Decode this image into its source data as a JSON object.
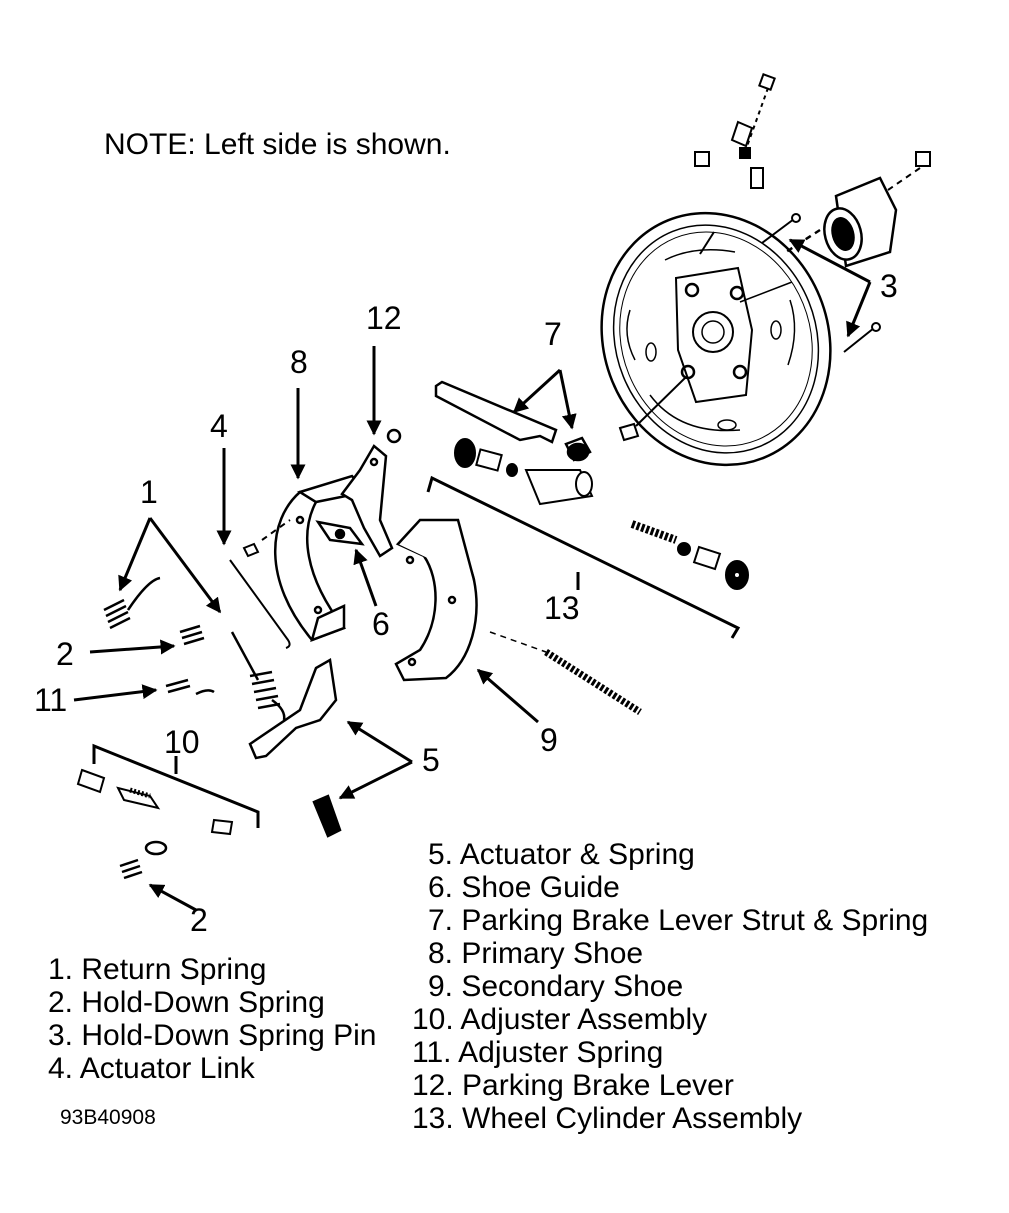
{
  "note": "NOTE: Left side is shown.",
  "figure_id": "93B40908",
  "callouts": {
    "c1": "1",
    "c2a": "2",
    "c2b": "2",
    "c3": "3",
    "c4": "4",
    "c5": "5",
    "c6": "6",
    "c7": "7",
    "c8": "8",
    "c9": "9",
    "c10": "10",
    "c11": "11",
    "c12": "12",
    "c13": "13"
  },
  "legend_left": [
    "1. Return Spring",
    "2. Hold-Down Spring",
    "3. Hold-Down Spring Pin",
    "4. Actuator Link"
  ],
  "legend_right": [
    "5. Actuator & Spring",
    "6. Shoe Guide",
    "7. Parking Brake Lever Strut & Spring",
    "8. Primary Shoe",
    "9. Secondary Shoe",
    "10. Adjuster Assembly",
    "11. Adjuster Spring",
    "12. Parking Brake Lever",
    "13. Wheel Cylinder Assembly"
  ]
}
